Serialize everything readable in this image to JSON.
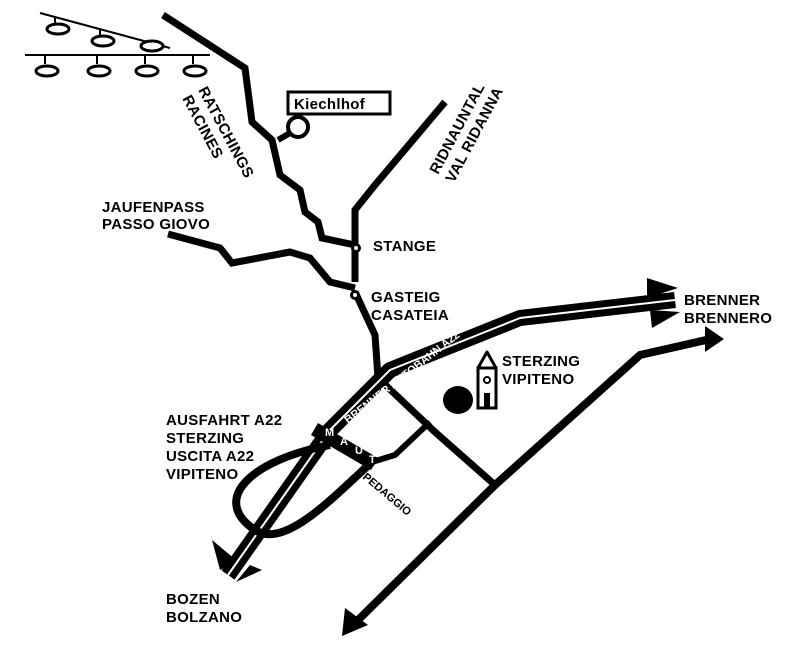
{
  "map": {
    "highlight_place": "Kiechlhof",
    "valleys": {
      "ratschings_de": "RATSCHINGS",
      "ratschings_it": "RACINES",
      "ridnaun_de": "RIDNAUNTAL",
      "ridnaun_it": "VAL RIDANNA"
    },
    "pass": {
      "de": "JAUFENPASS",
      "it": "PASSO GIOVO"
    },
    "villages": {
      "stange": "STANGE",
      "gasteig_de": "GASTEIG",
      "gasteig_it": "CASATEIA"
    },
    "town": {
      "de": "STERZING",
      "it": "VIPITENO"
    },
    "north": {
      "de": "BRENNER",
      "it": "BRENNERO"
    },
    "south": {
      "de": "BOZEN",
      "it": "BOLZANO"
    },
    "exit": {
      "line1": "AUSFAHRT A22",
      "line2": "STERZING",
      "line3": "USCITA A22",
      "line4": "VIPITENO"
    },
    "motorway_label": "BRENNER AUTOBAHN A22",
    "toll_letters": [
      "M",
      "A",
      "U",
      "T"
    ],
    "toll_it": "PEDAGGIO",
    "colors": {
      "ink": "#000000",
      "paper": "#ffffff"
    },
    "icons": [
      "ski-lift-gondola-icon",
      "church-icon",
      "location-ring-icon",
      "arrow-icon"
    ]
  }
}
